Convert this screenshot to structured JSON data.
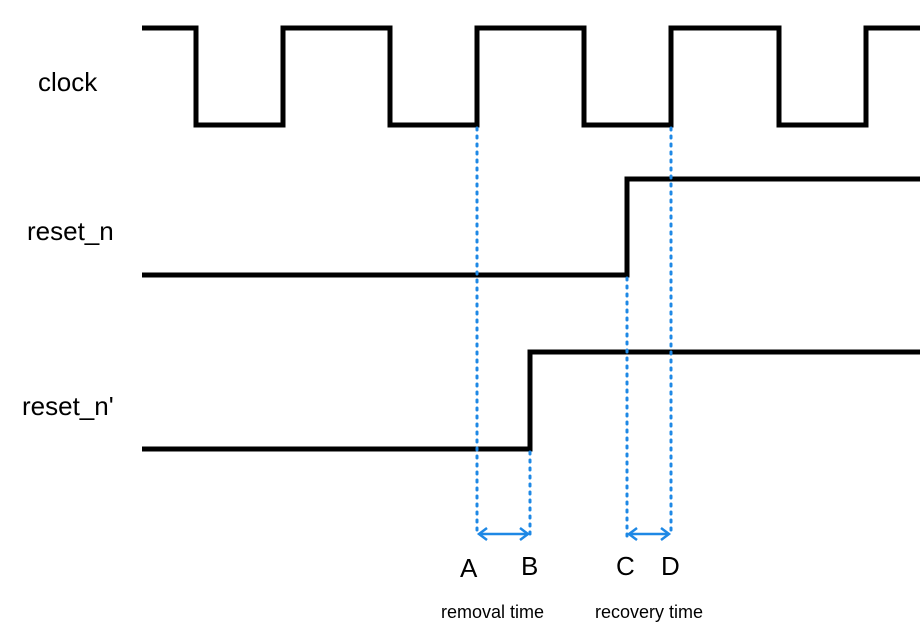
{
  "signals": {
    "clock": "clock",
    "reset_n": "reset_n",
    "reset_n_prime": "reset_n'"
  },
  "markers": {
    "a": "A",
    "b": "B",
    "c": "C",
    "d": "D"
  },
  "intervals": {
    "removal": "removal time",
    "recovery": "recovery time"
  },
  "colors": {
    "waveform": "#000000",
    "guide": "#1e88e5",
    "arrow": "#1e88e5"
  }
}
